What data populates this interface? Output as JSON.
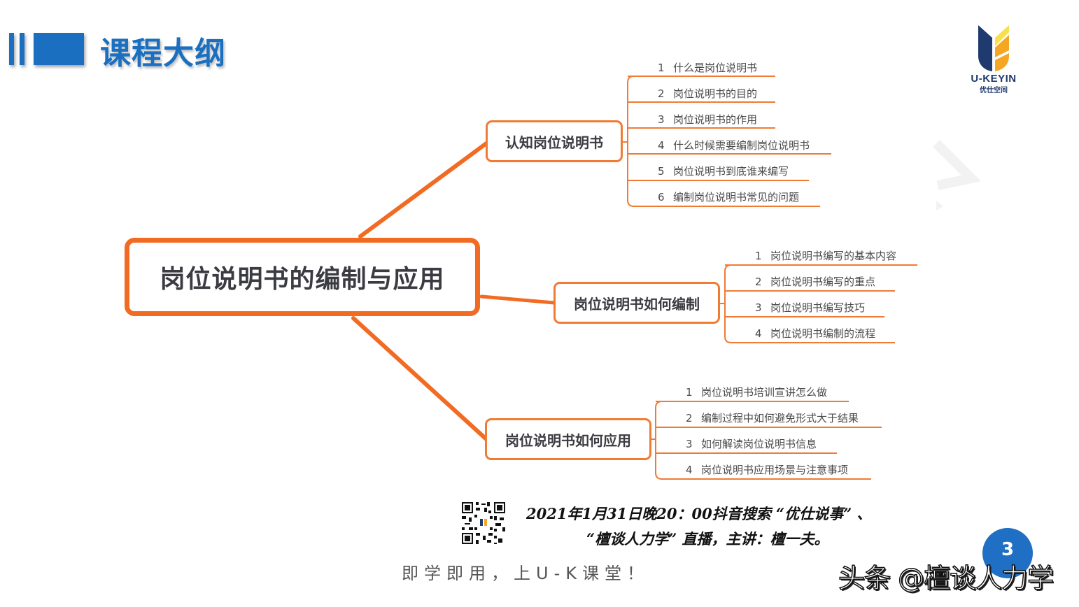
{
  "header": {
    "title": "课程大纲",
    "accent_color": "#1a6fc0"
  },
  "logo": {
    "brand": "U-KEYIN",
    "subtitle": "优仕空间",
    "colors": [
      "#1e3a6e",
      "#f5a623",
      "#f7e04a"
    ]
  },
  "mindmap": {
    "line_color": "#f26b22",
    "root": "岗位说明书的编制与应用",
    "branches": [
      {
        "label": "认知岗位说明书",
        "items": [
          {
            "num": "1",
            "text": "什么是岗位说明书"
          },
          {
            "num": "2",
            "text": "岗位说明书的目的"
          },
          {
            "num": "3",
            "text": "岗位说明书的作用"
          },
          {
            "num": "4",
            "text": "什么时候需要编制岗位说明书"
          },
          {
            "num": "5",
            "text": "岗位说明书到底谁来编写"
          },
          {
            "num": "6",
            "text": "编制岗位说明书常见的问题"
          }
        ]
      },
      {
        "label": "岗位说明书如何编制",
        "items": [
          {
            "num": "1",
            "text": "岗位说明书编写的基本内容"
          },
          {
            "num": "2",
            "text": "岗位说明书编写的重点"
          },
          {
            "num": "3",
            "text": "岗位说明书编写技巧"
          },
          {
            "num": "4",
            "text": "岗位说明书编制的流程"
          }
        ]
      },
      {
        "label": "岗位说明书如何应用",
        "items": [
          {
            "num": "1",
            "text": "岗位说明书培训宣讲怎么做"
          },
          {
            "num": "2",
            "text": "编制过程中如何避免形式大于结果"
          },
          {
            "num": "3",
            "text": "如何解读岗位说明书信息"
          },
          {
            "num": "4",
            "text": "岗位说明书应用场景与注意事项"
          }
        ]
      }
    ]
  },
  "footer": {
    "announcement_line1": "2021年1月31日晚20：00抖音搜索 “优仕说事” 、",
    "announcement_line2": "“檀谈人力学” 直播，主讲：檀一夫。",
    "slogan": "即学即用，上U-K课堂！",
    "page_number": "3",
    "watermark": "头条 @檀谈人力学"
  }
}
